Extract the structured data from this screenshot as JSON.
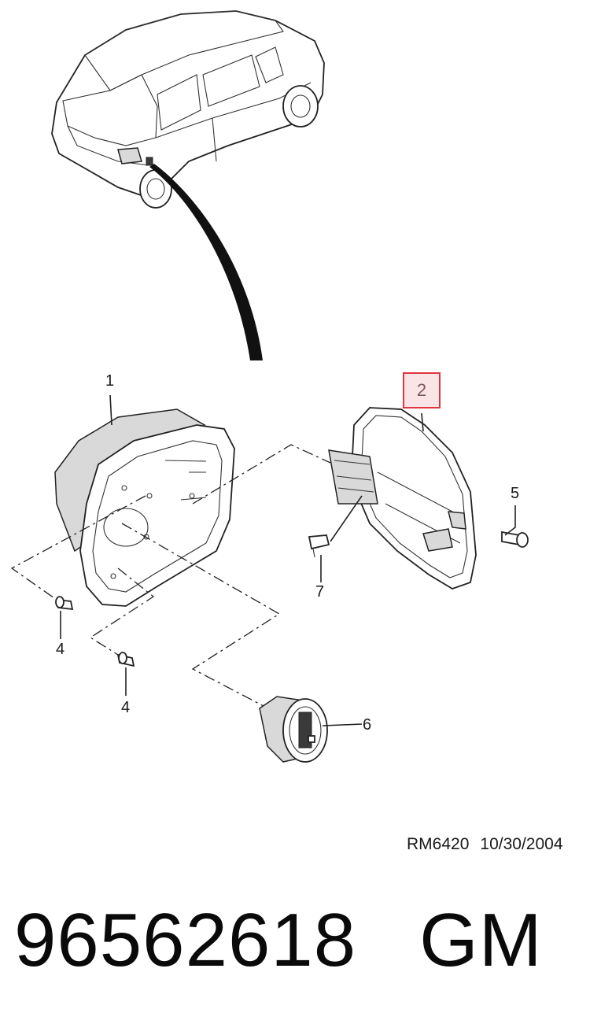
{
  "callouts": {
    "c1": "1",
    "c2": "2",
    "c4a": "4",
    "c4b": "4",
    "c5": "5",
    "c6": "6",
    "c7": "7"
  },
  "reference": {
    "code": "RM6420",
    "date": "10/30/2004"
  },
  "part": {
    "number": "96562618",
    "brand": "GM"
  },
  "highlight_color": "#e0343e"
}
